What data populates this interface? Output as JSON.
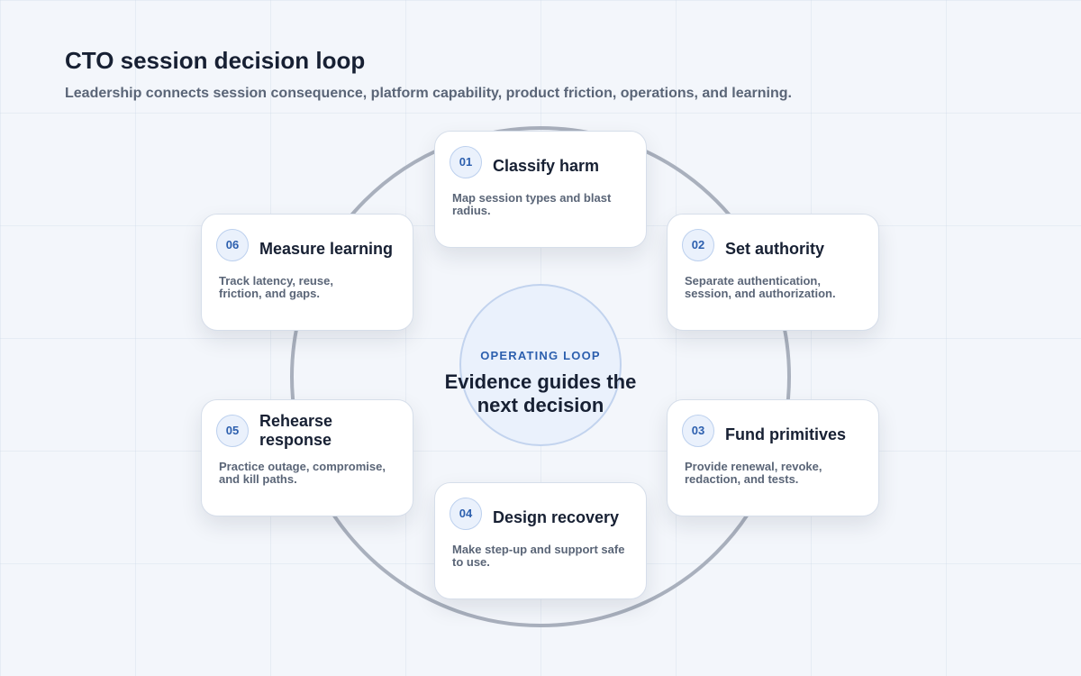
{
  "header": {
    "title": "CTO session decision loop",
    "subtitle": "Leadership connects session consequence, platform capability, product friction, operations, and learning."
  },
  "hub": {
    "eyebrow": "OPERATING LOOP",
    "title": "Evidence guides the next decision"
  },
  "steps": [
    {
      "number": "01",
      "title": "Classify harm",
      "description": "Map session types and blast radius."
    },
    {
      "number": "02",
      "title": "Set authority",
      "description": "Separate authentication, session, and authorization."
    },
    {
      "number": "03",
      "title": "Fund primitives",
      "description": "Provide renewal, revoke, redaction, and tests."
    },
    {
      "number": "04",
      "title": "Design recovery",
      "description": "Make step-up and support safe to use."
    },
    {
      "number": "05",
      "title": "Rehearse response",
      "description": "Practice outage, compromise, and kill paths."
    },
    {
      "number": "06",
      "title": "Measure learning",
      "description": "Track latency, reuse, friction, and gaps."
    }
  ],
  "colors": {
    "accent": "#2c5fae",
    "ring": "#a9b0bd",
    "hub_fill": "#eaf1fc",
    "card_fill": "#ffffff"
  }
}
